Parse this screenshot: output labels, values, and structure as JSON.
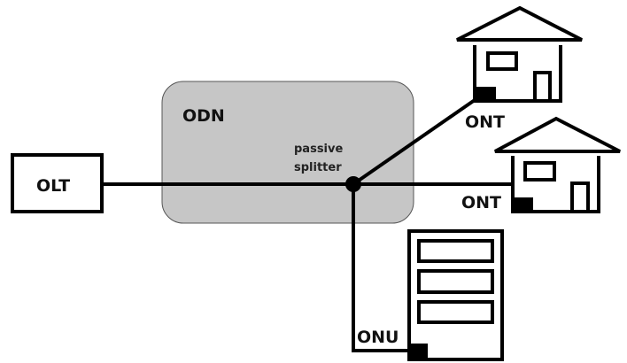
{
  "diagram": {
    "olt_label": "OLT",
    "odn_label": "ODN",
    "splitter_label_line1": "passive",
    "splitter_label_line2": "splitter",
    "ont_label_1": "ONT",
    "ont_label_2": "ONT",
    "onu_label": "ONU",
    "colors": {
      "odn_fill": "#c6c6c6",
      "stroke": "#000000"
    }
  }
}
